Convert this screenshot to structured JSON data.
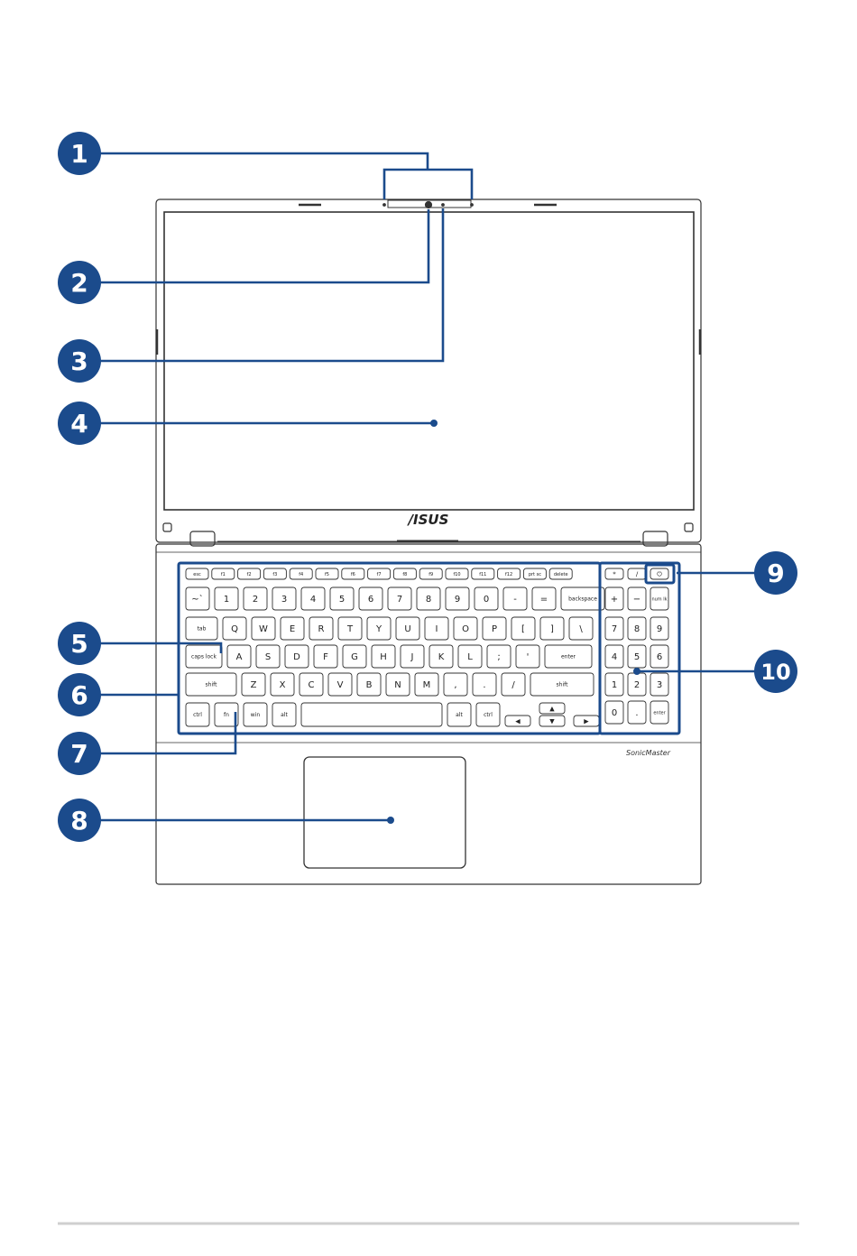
{
  "callouts": [
    {
      "id": "1",
      "label": "1"
    },
    {
      "id": "2",
      "label": "2"
    },
    {
      "id": "3",
      "label": "3"
    },
    {
      "id": "4",
      "label": "4"
    },
    {
      "id": "5",
      "label": "5"
    },
    {
      "id": "6",
      "label": "6"
    },
    {
      "id": "7",
      "label": "7"
    },
    {
      "id": "8",
      "label": "8"
    },
    {
      "id": "9",
      "label": "9"
    },
    {
      "id": "10",
      "label": "10"
    }
  ],
  "brand_logo": "/ISUS",
  "audio_badge": "SonicMaster",
  "colors": {
    "callout_fill": "#1b4b8c",
    "leader_line": "#1b4b8c",
    "outline": "#333333",
    "footer_rule": "#cfcfcf"
  },
  "keyboard": {
    "function_row": [
      "esc",
      "f1",
      "f2",
      "f3",
      "f4",
      "f5",
      "f6",
      "f7",
      "f8",
      "f9",
      "f10",
      "f11",
      "f12",
      "prt sc",
      "delete"
    ],
    "number_row": [
      "~`",
      "1",
      "2",
      "3",
      "4",
      "5",
      "6",
      "7",
      "8",
      "9",
      "0",
      "-",
      "=",
      "backspace"
    ],
    "q_row": [
      "tab",
      "Q",
      "W",
      "E",
      "R",
      "T",
      "Y",
      "U",
      "I",
      "O",
      "P",
      "[",
      "]",
      "\\"
    ],
    "a_row": [
      "caps lock",
      "A",
      "S",
      "D",
      "F",
      "G",
      "H",
      "J",
      "K",
      "L",
      ";",
      "'",
      "enter"
    ],
    "z_row": [
      "shift",
      "Z",
      "X",
      "C",
      "V",
      "B",
      "N",
      "M",
      ",",
      ".",
      "/",
      "shift"
    ],
    "bottom_row": [
      "ctrl",
      "fn",
      "win",
      "alt",
      "",
      "alt",
      "ctrl"
    ],
    "numpad_top": [
      "*",
      "/",
      "⏻"
    ],
    "numpad_second": [
      "+",
      "−",
      "num lk"
    ],
    "numpad_rows": [
      [
        "7",
        "8",
        "9"
      ],
      [
        "4",
        "5",
        "6"
      ],
      [
        "1",
        "2",
        "3"
      ],
      [
        "0",
        ".",
        "enter"
      ]
    ]
  }
}
